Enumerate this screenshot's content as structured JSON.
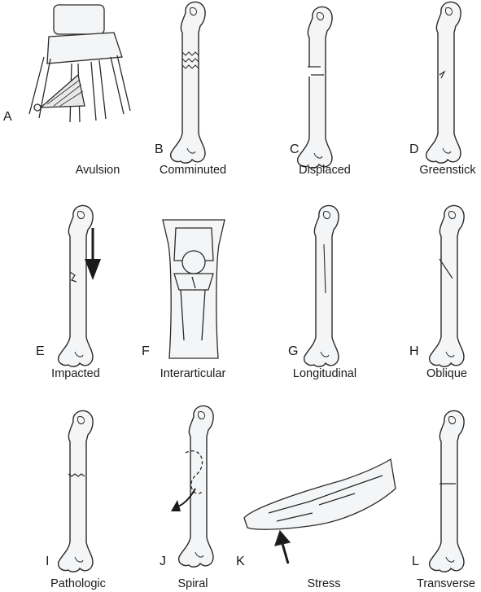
{
  "panels": [
    {
      "letter": "A",
      "caption": "Avulsion"
    },
    {
      "letter": "B",
      "caption": "Comminuted"
    },
    {
      "letter": "C",
      "caption": "Displaced"
    },
    {
      "letter": "D",
      "caption": "Greenstick"
    },
    {
      "letter": "E",
      "caption": "Impacted"
    },
    {
      "letter": "F",
      "caption": "Interarticular"
    },
    {
      "letter": "G",
      "caption": "Longitudinal"
    },
    {
      "letter": "H",
      "caption": "Oblique"
    },
    {
      "letter": "I",
      "caption": "Pathologic"
    },
    {
      "letter": "J",
      "caption": "Spiral"
    },
    {
      "letter": "K",
      "caption": "Stress"
    },
    {
      "letter": "L",
      "caption": "Transverse"
    }
  ],
  "colors": {
    "line": "#2a2a2a",
    "fill": "#f4f5f6",
    "ink": "#1a1a1a"
  }
}
